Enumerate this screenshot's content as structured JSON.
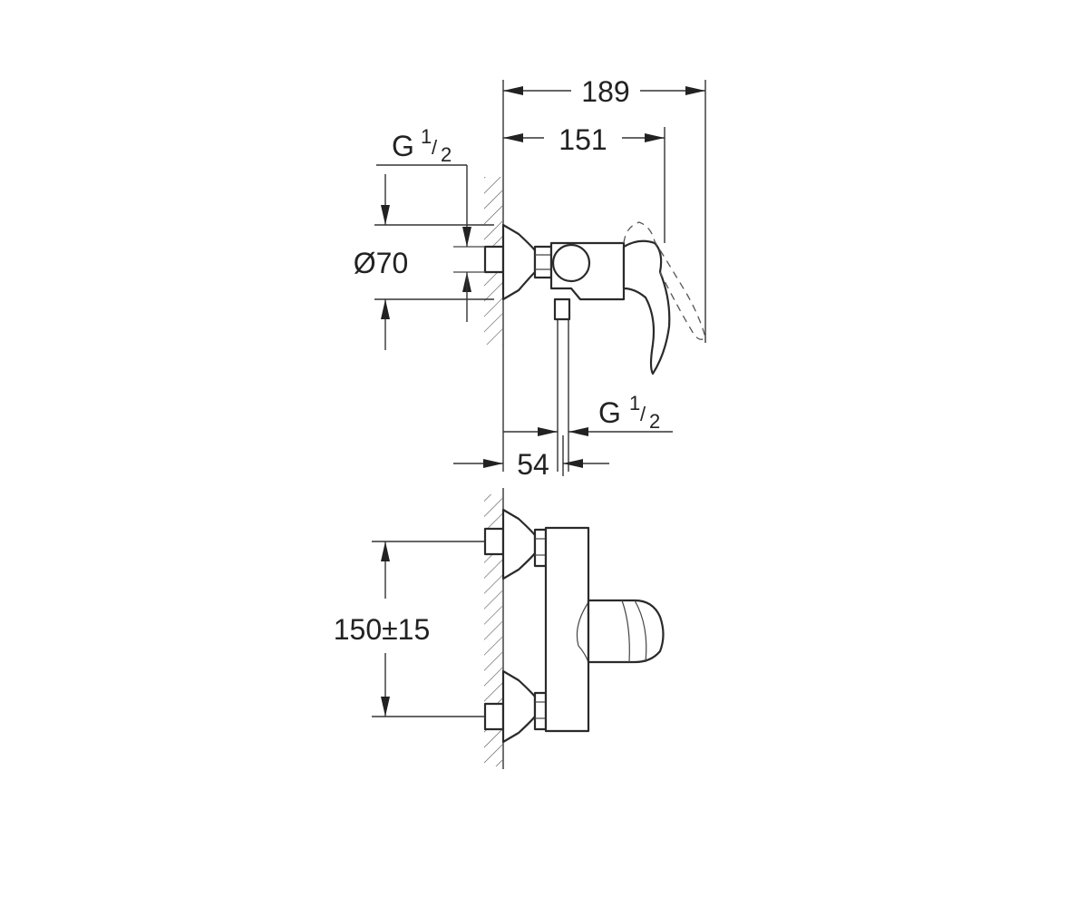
{
  "dimensions": {
    "overall_width": "189",
    "handle_reach": "151",
    "inlet_thread_main": "G",
    "inlet_thread_sup": "1",
    "inlet_thread_sub": "2",
    "escutcheon_diameter": "Ø70",
    "outlet_thread_main": "G",
    "outlet_thread_sup": "1",
    "outlet_thread_sub": "2",
    "outlet_offset": "54",
    "inlet_spacing": "150±15"
  },
  "colors": {
    "line": "#333333",
    "background": "#ffffff"
  }
}
